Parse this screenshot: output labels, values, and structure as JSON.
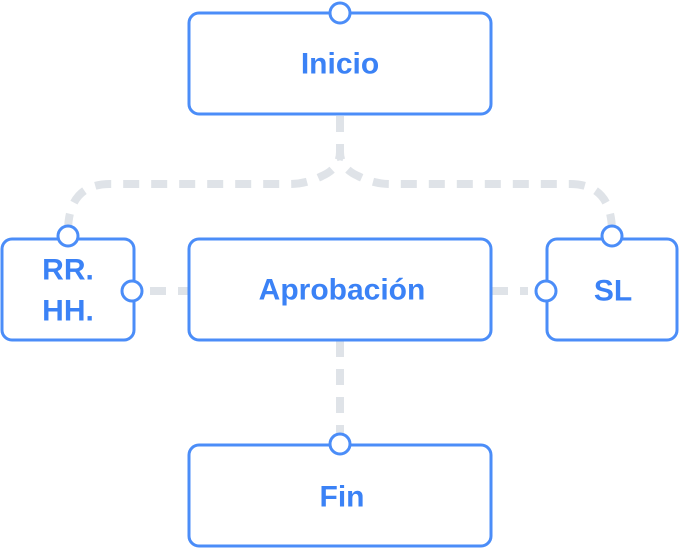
{
  "diagram": {
    "nodes": {
      "inicio": {
        "label": "Inicio"
      },
      "rrhh": {
        "label_line1": "RR.",
        "label_line2": "HH."
      },
      "aprobacion": {
        "label": "Aprobación"
      },
      "sl": {
        "label": "SL"
      },
      "fin": {
        "label": "Fin"
      }
    },
    "edges": [
      {
        "from": "inicio",
        "to": "rrhh"
      },
      {
        "from": "inicio",
        "to": "sl"
      },
      {
        "from": "rrhh",
        "to": "aprobacion"
      },
      {
        "from": "aprobacion",
        "to": "sl"
      },
      {
        "from": "aprobacion",
        "to": "fin"
      }
    ],
    "colors": {
      "node_border": "#4b8df8",
      "node_text": "#3b82f6",
      "connector": "#dfe3e8",
      "background": "#ffffff"
    }
  }
}
